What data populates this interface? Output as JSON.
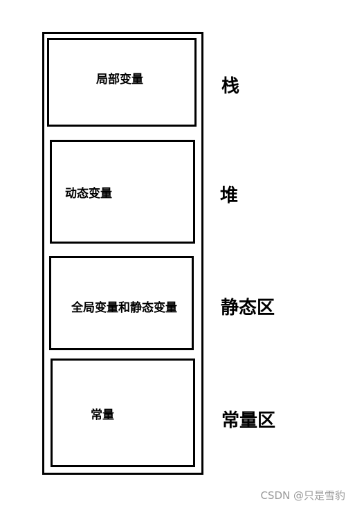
{
  "regions": [
    {
      "box_label": "局部变量",
      "side_label": "栈"
    },
    {
      "box_label": "动态变量",
      "side_label": "堆"
    },
    {
      "box_label": "全局变量和静态变量",
      "side_label": "静态区"
    },
    {
      "box_label": "常量",
      "side_label": "常量区"
    }
  ],
  "watermark": "CSDN @只是雪豹"
}
